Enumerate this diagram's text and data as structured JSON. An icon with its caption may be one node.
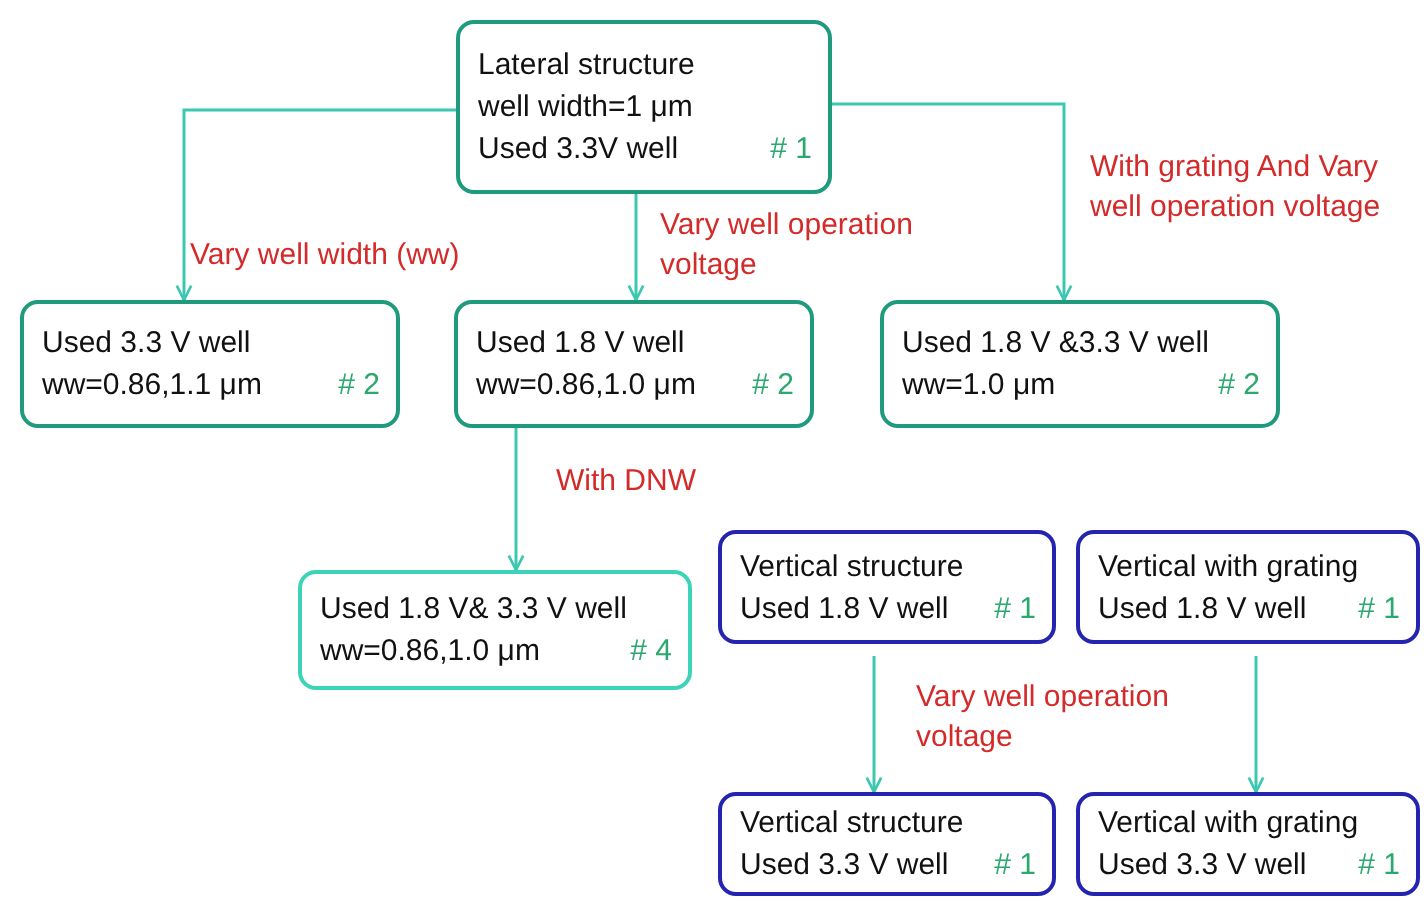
{
  "diagram": {
    "nodes": [
      {
        "text": [
          "Lateral structure",
          "well width=1 μm",
          "Used 3.3V well",
          "# 1"
        ]
      },
      {
        "text": [
          "Used  3.3 V well",
          "ww=0.86,1.1 μm",
          "# 2"
        ]
      },
      {
        "text": [
          "Used 1.8 V  well",
          "ww=0.86,1.0 μm",
          "# 2"
        ]
      },
      {
        "text": [
          "Used 1.8 V &3.3 V well",
          "ww=1.0 μm",
          "# 2"
        ]
      },
      {
        "text": [
          "Used 1.8 V& 3.3 V well",
          "ww=0.86,1.0 μm",
          "# 4"
        ]
      },
      {
        "text": [
          "Vertical structure",
          "Used 1.8 V well",
          "# 1"
        ]
      },
      {
        "text": [
          "Vertical with grating",
          "Used 1.8 V well",
          "# 1"
        ]
      },
      {
        "text": [
          "Vertical structure",
          "Used 3.3 V well",
          "# 1"
        ]
      },
      {
        "text": [
          "Vertical with grating",
          "Used 3.3 V well",
          "# 1"
        ]
      }
    ],
    "edges": [
      {
        "from": 0,
        "to": 1,
        "arrow": "to",
        "label": "Vary well width (ww)"
      },
      {
        "from": 0,
        "to": 2,
        "arrow": "to",
        "label": "Vary well operation voltage"
      },
      {
        "from": 0,
        "to": 3,
        "arrow": "to",
        "label": "With grating And Vary well operation voltage"
      },
      {
        "from": 2,
        "to": 4,
        "arrow": "to",
        "label": "With DNW"
      },
      {
        "from": 5,
        "to": 7,
        "arrow": "to",
        "label": "Vary well operation voltage"
      },
      {
        "from": 6,
        "to": 8,
        "arrow": "to"
      }
    ]
  }
}
